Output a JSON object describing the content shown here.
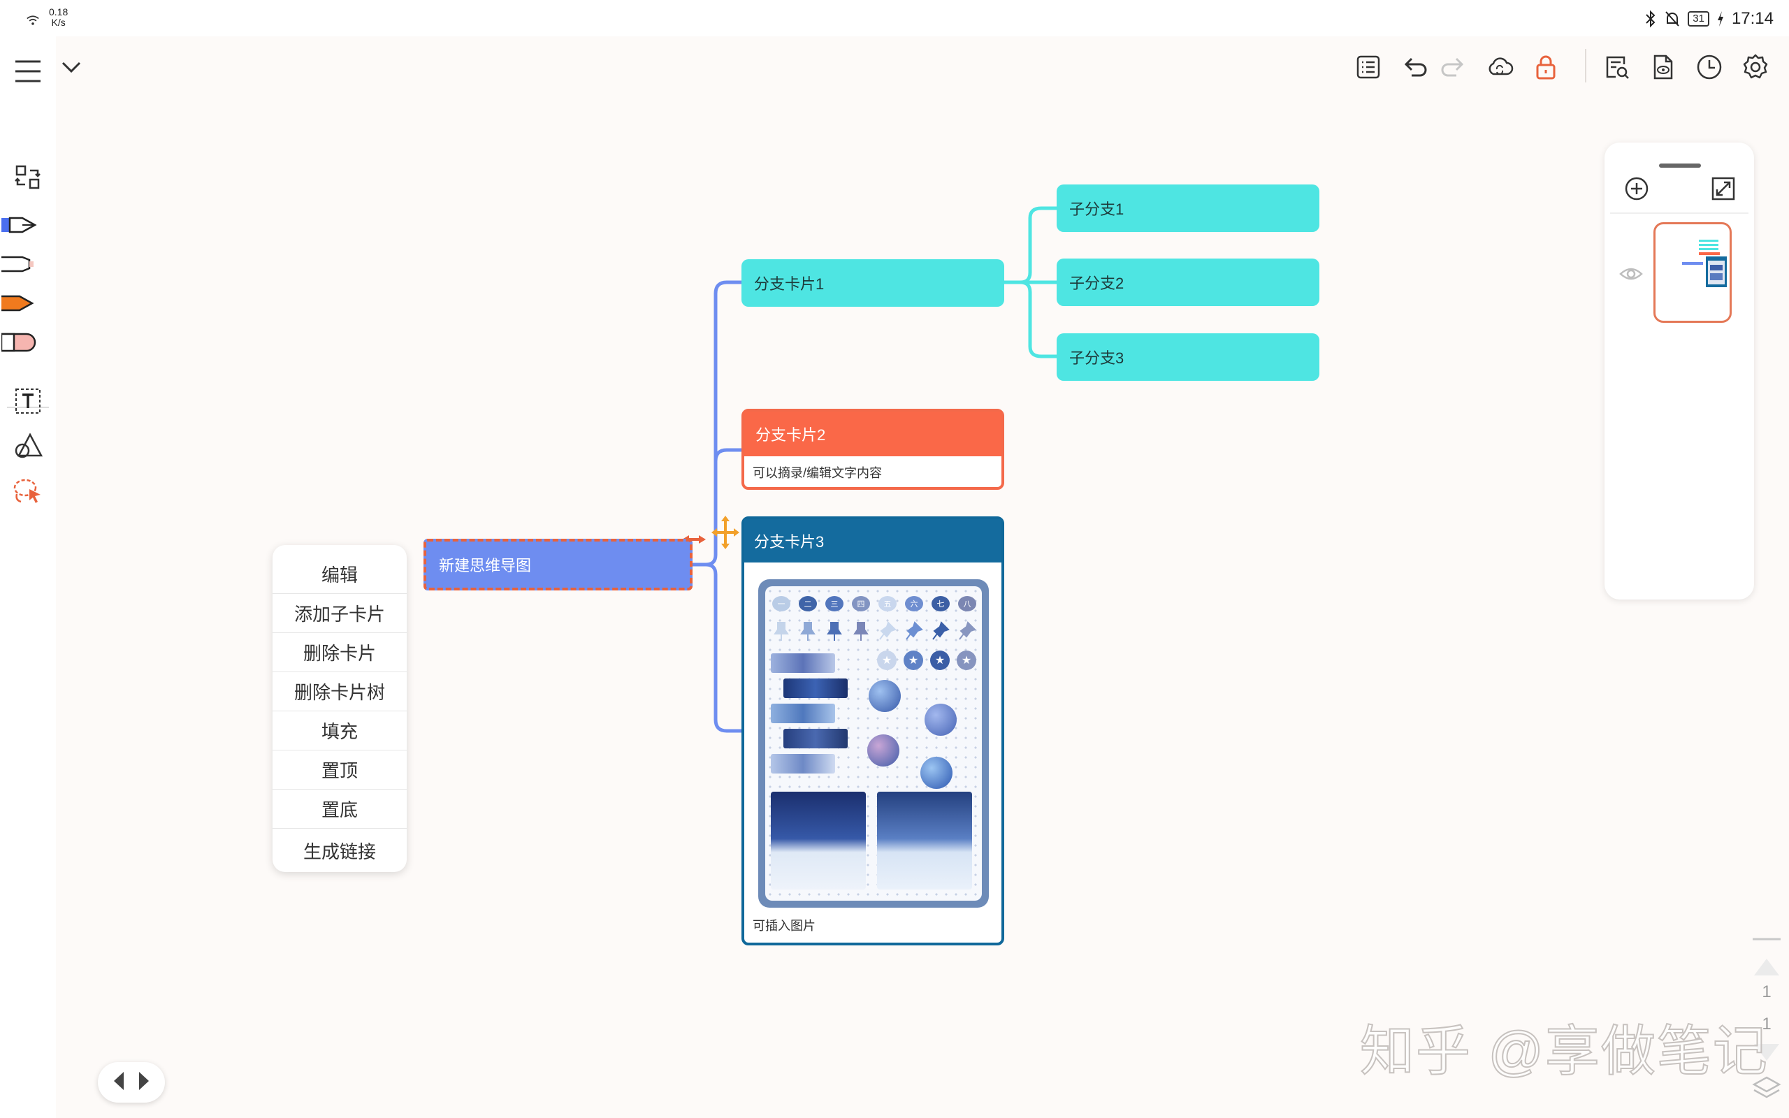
{
  "status_bar": {
    "net_speed_value": "0.18",
    "net_speed_unit": "K/s",
    "battery": "31",
    "time": "17:14"
  },
  "toolbar": {
    "left_icons": [
      "menu-icon",
      "chevron-down-icon"
    ],
    "right_icons": [
      "outline-icon",
      "undo-icon",
      "redo-icon",
      "cloud-sync-icon",
      "lock-icon",
      "search-doc-icon",
      "preview-icon",
      "history-icon",
      "settings-icon"
    ],
    "accent_color": "#e8623c"
  },
  "left_tools": [
    "switch-layout-icon",
    "fountain-pen-icon",
    "marker-icon",
    "highlighter-icon",
    "eraser-icon",
    "text-box-icon",
    "shapes-icon",
    "lasso-select-icon"
  ],
  "mindmap": {
    "root": {
      "label": "新建思维导图",
      "color": "#6e8df0"
    },
    "branches": [
      {
        "label": "分支卡片1",
        "color": "#4ee5e2",
        "children": [
          {
            "label": "子分支1"
          },
          {
            "label": "子分支2"
          },
          {
            "label": "子分支3"
          }
        ]
      },
      {
        "label": "分支卡片2",
        "color": "#fa6848",
        "body": "可以摘录/编辑文字内容"
      },
      {
        "label": "分支卡片3",
        "color": "#146b9e",
        "footer": "可插入图片"
      }
    ]
  },
  "context_menu": {
    "items": [
      "编辑",
      "添加子卡片",
      "删除卡片",
      "删除卡片树",
      "填充",
      "置顶",
      "置底",
      "生成链接"
    ]
  },
  "sticker_sheet": {
    "bubble_labels": [
      "一",
      "二",
      "三",
      "四",
      "五",
      "六",
      "七",
      "八"
    ]
  },
  "navigator": {
    "icons": [
      "zoom-in-icon",
      "expand-icon",
      "eye-icon"
    ]
  },
  "page_indicator": {
    "current": "1",
    "total": "1"
  },
  "watermark": "知乎 @享做笔记"
}
